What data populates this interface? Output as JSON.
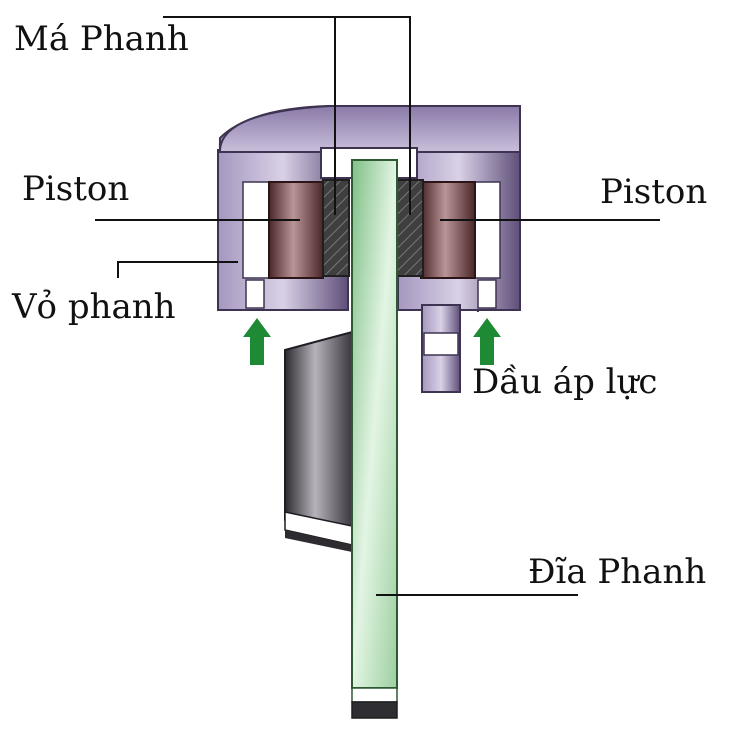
{
  "labels": {
    "brake_pad": "Má Phanh",
    "piston_left": "Piston",
    "piston_right": "Piston",
    "caliper_housing": "Vỏ phanh",
    "hydraulic_pressure": "Dầu áp lực",
    "brake_disc": "Đĩa Phanh"
  },
  "colors": {
    "housing": "#7c6b9a",
    "piston": "#6f3d3f",
    "pad": "#454545",
    "disc": "#bfe3c3",
    "arrow": "#1e8a34",
    "hub": "#55515a",
    "leader_line": "#111111"
  }
}
